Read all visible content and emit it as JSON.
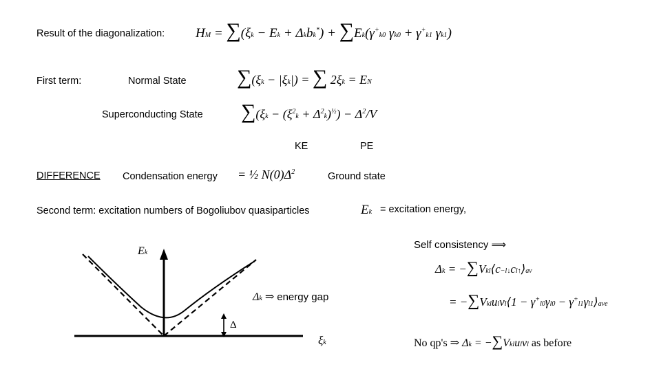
{
  "slide": {
    "result_label": "Result of the diagonalization:",
    "first_term_label": "First term:",
    "normal_state_label": "Normal State",
    "superconducting_state_label": "Superconducting State",
    "ke_label": "KE",
    "pe_label": "PE",
    "difference_label": "DIFFERENCE",
    "condensation_label": "Condensation energy",
    "ground_state_label": "Ground state",
    "second_term_label": "Second term: excitation numbers of Bogoliubov quasiparticles",
    "excitation_energy_label": "= excitation energy,",
    "self_consistency_label": "Self consistency",
    "energy_gap_label": "energy gap",
    "no_qp_label": "No qp's",
    "as_before_label": "as before"
  },
  "equations": {
    "hamiltonian": "H_M = Σ_k (ξ_k − E_k + Δ_k b_k*) + Σ_k E_k (γ⁺_k0 γ_k0 + γ⁺_k1 γ_k1)",
    "normal_state": "Σ_k (ξ_k − |ξ_k|) = Σ_{k<k_F} 2ξ_k = E_N",
    "superconducting_state": "Σ_k (ξ_k − (ξ_k² + Δ_k²)^½) − Δ²/V",
    "condensation": "= ½ N(0) Δ²",
    "excitation_energy_symbol": "E_k",
    "gap_def": "Δ_k ⇒",
    "self_consistency_1": "Δ_k = −Σ_l V_kl ⟨c_−l↓ c_l↑⟩_av",
    "self_consistency_2": "= −Σ_l V_kl u_l v_l ⟨1 − γ⁺_l0 γ_l0 − γ⁺_l1 γ_l1⟩_ave",
    "no_qp": "⇒ Δ_k = −Σ_l V_kl u_l v_l",
    "axis_y": "E_k",
    "axis_x": "ξ_k",
    "gap_symbol": "Δ"
  }
}
